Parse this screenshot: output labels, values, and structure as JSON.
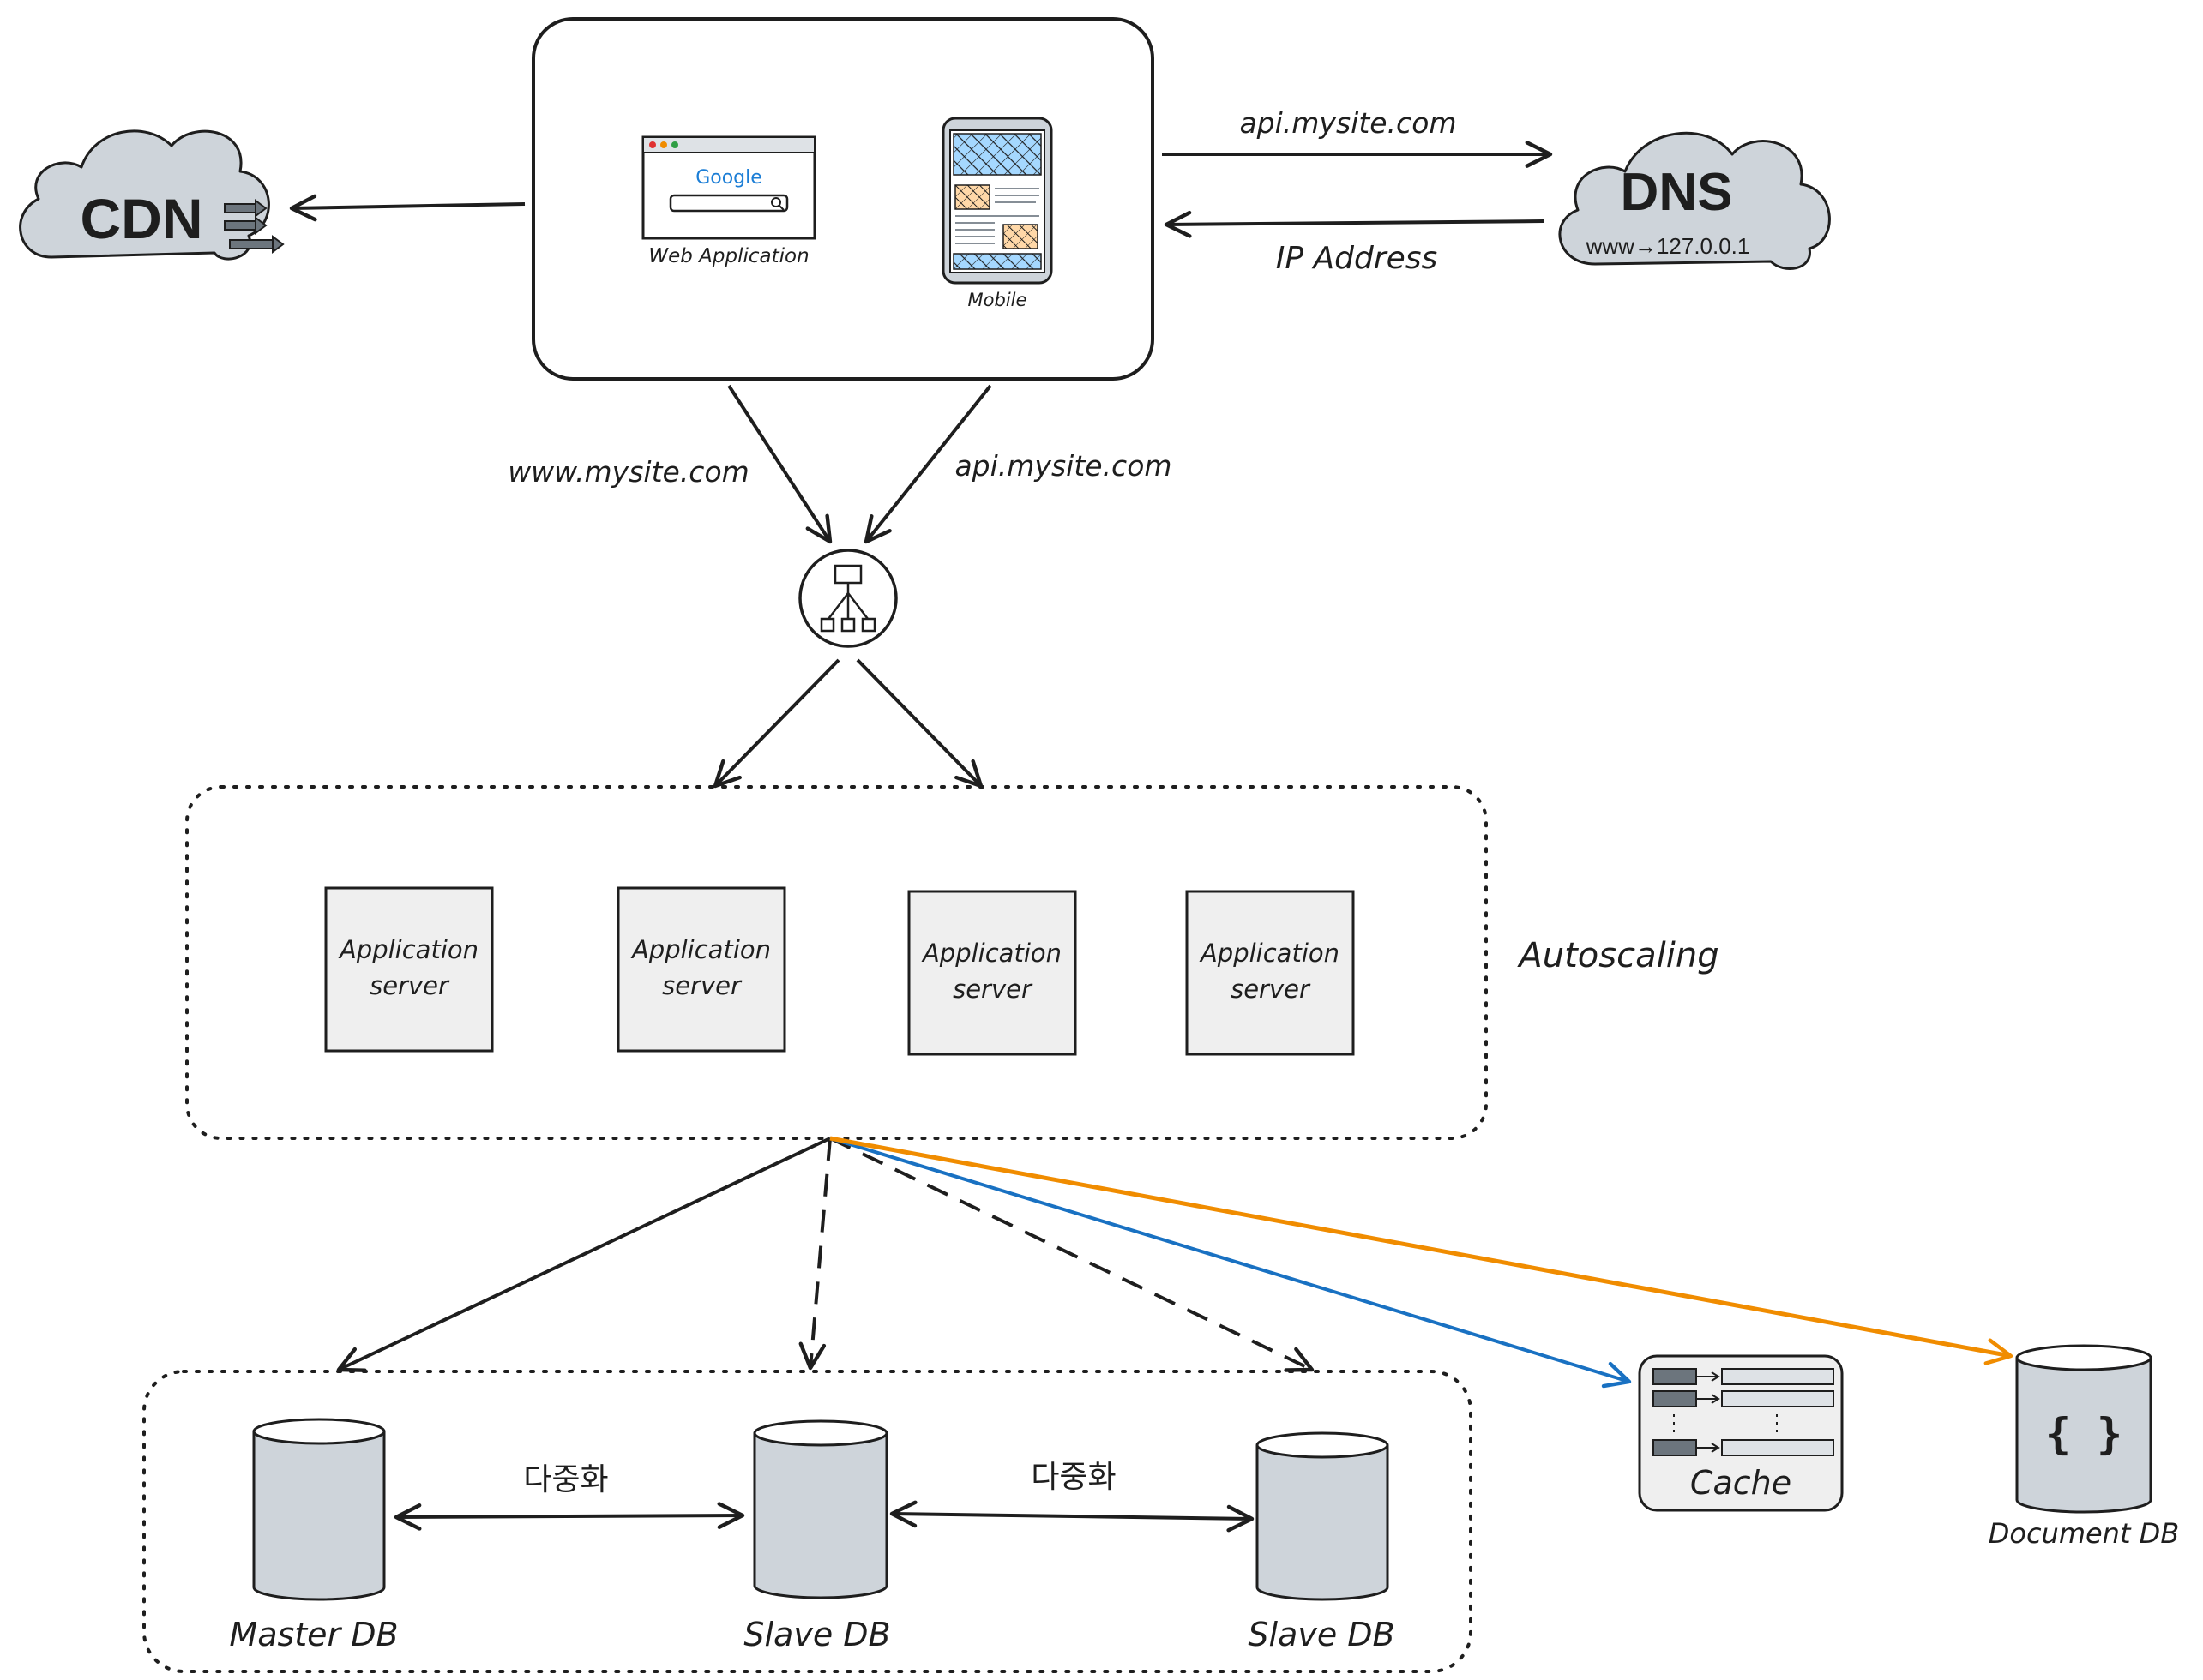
{
  "cdn": {
    "label": "CDN"
  },
  "dns": {
    "label": "DNS",
    "record": "www→127.0.0.1"
  },
  "clients": {
    "web_app_label": "Web Application",
    "search_brand": "Google",
    "mobile_label": "Mobile"
  },
  "edges": {
    "client_to_dns": "api.mysite.com",
    "dns_to_client": "IP Address",
    "web_to_lb": "www.mysite.com",
    "api_to_lb": "api.mysite.com"
  },
  "autoscaling": {
    "label": "Autoscaling",
    "servers": [
      {
        "line1": "Application",
        "line2": "server"
      },
      {
        "line1": "Application",
        "line2": "server"
      },
      {
        "line1": "Application",
        "line2": "server"
      },
      {
        "line1": "Application",
        "line2": "server"
      }
    ]
  },
  "databases": {
    "master": "Master DB",
    "slave_1": "Slave DB",
    "slave_2": "Slave DB",
    "replication_1": "다중화",
    "replication_2": "다중화"
  },
  "cache": {
    "label": "Cache"
  },
  "document_db": {
    "label": "Document DB",
    "icon_text": "{ }"
  },
  "colors": {
    "stroke": "#1e1e1e",
    "cloud_fill": "#ced4da",
    "server_fill": "#efefef",
    "db_fill": "#ced4da",
    "cache_arrow": "#1971c2",
    "document_arrow": "#f08c00"
  }
}
